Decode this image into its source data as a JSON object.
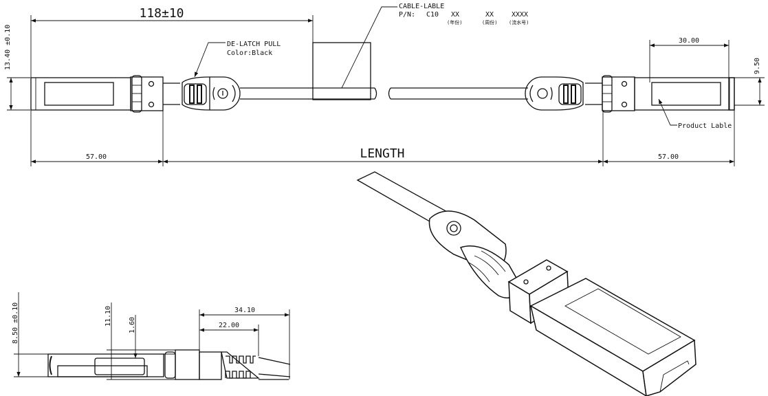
{
  "top_view": {
    "overall_dim": "118±10",
    "height_dim": "13.40 ±0.10",
    "delatch_label": "DE-LATCH PULL",
    "delatch_color": "Color:Black",
    "cable_label_title": "CABLE-LABLE",
    "cable_label_pn": "P/N:",
    "cable_label_code": "C10",
    "cable_label_fields": [
      "XX",
      "XX",
      "XXXX"
    ],
    "cable_label_notes": [
      "(年份)",
      "(周份)",
      "(流水号)"
    ],
    "width_dim": "30.00",
    "side_dim": "9.50",
    "product_label": "Product Lable",
    "length_label": "LENGTH",
    "left_dim": "57.00",
    "right_dim": "57.00"
  },
  "side_view": {
    "height_dim": "8.50 ±0.10",
    "dim_a": "11.10",
    "dim_b": "1.60",
    "dim_c": "34.10",
    "dim_d": "22.00"
  }
}
